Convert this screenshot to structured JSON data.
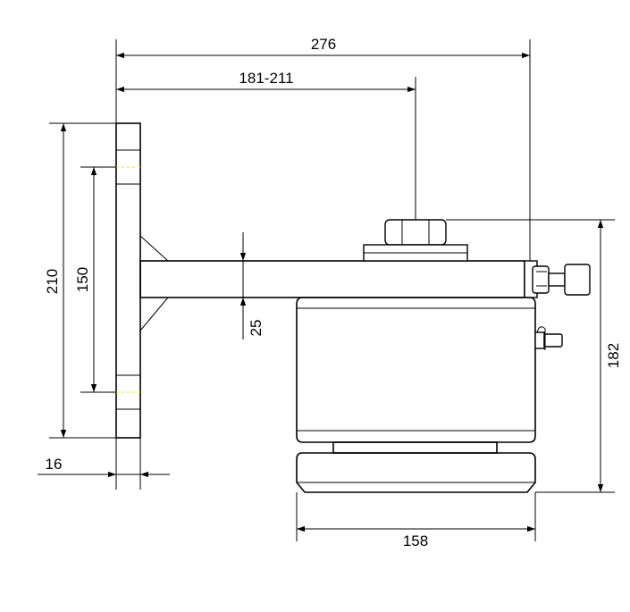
{
  "dimensions": {
    "overall_length": "276",
    "arm_reach": "181-211",
    "plate_height": "210",
    "hole_spacing": "150",
    "arm_thickness": "25",
    "plate_thickness": "16",
    "total_height": "182",
    "base_width": "158"
  },
  "colors": {
    "line": "#000000",
    "hidden_line": "#f2e600",
    "background": "#ffffff"
  }
}
